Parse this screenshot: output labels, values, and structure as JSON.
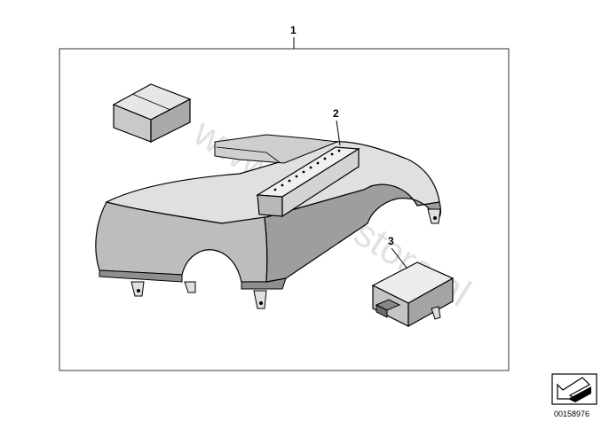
{
  "diagram": {
    "callouts": {
      "assembly": "1",
      "light_bar": "2",
      "control_unit": "3"
    },
    "watermark": "www.BMWstore.nl",
    "document_id": "00158976",
    "icon": "arrow-box-icon"
  }
}
